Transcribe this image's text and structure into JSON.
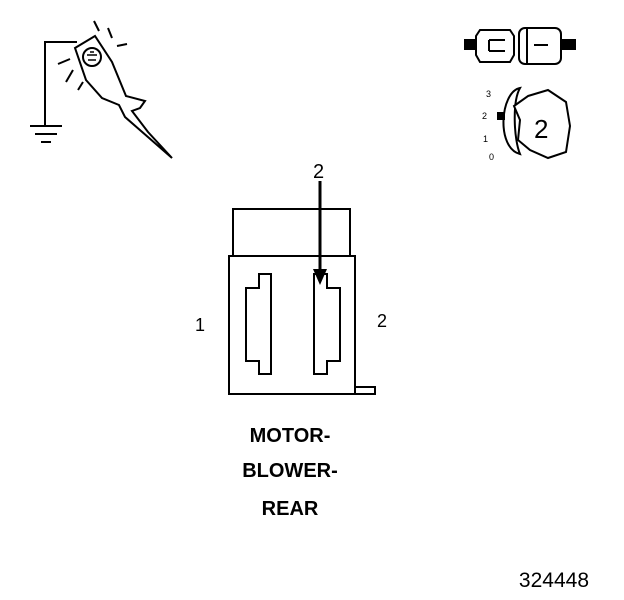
{
  "diagram": {
    "callout_top": "2",
    "pin_left": "1",
    "pin_right": "2",
    "title_lines": [
      "MOTOR-",
      "BLOWER-",
      "REAR"
    ],
    "figure_id": "324448"
  },
  "test_light_icon": {
    "name": "test-light-probe-icon"
  },
  "connector_icon": {
    "name": "connector-terminal-icon"
  },
  "meter_knob_icon": {
    "scale_labels": [
      "3",
      "2",
      "1",
      "0"
    ],
    "setting": "2"
  },
  "colors": {
    "ink": "#000000",
    "paper": "#ffffff"
  }
}
